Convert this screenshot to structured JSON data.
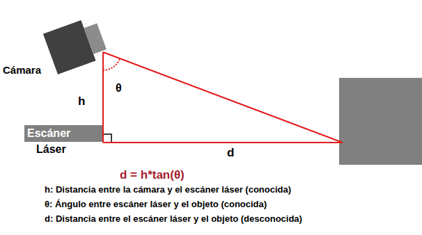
{
  "diagram": {
    "nodes": [
      {
        "text": [
          "Escáner",
          "Láser"
        ]
      }
    ],
    "labels": [
      "Cámara",
      "h",
      "θ",
      "d",
      "d = h*tan(θ)",
      "h: Distancia entre la cámara y el escáner láser (conocida)",
      "θ: Ángulo entre escáner láser y el objeto (conocida)",
      "d: Distancia entre el escáner láser y el objeto (desconocida)"
    ]
  }
}
